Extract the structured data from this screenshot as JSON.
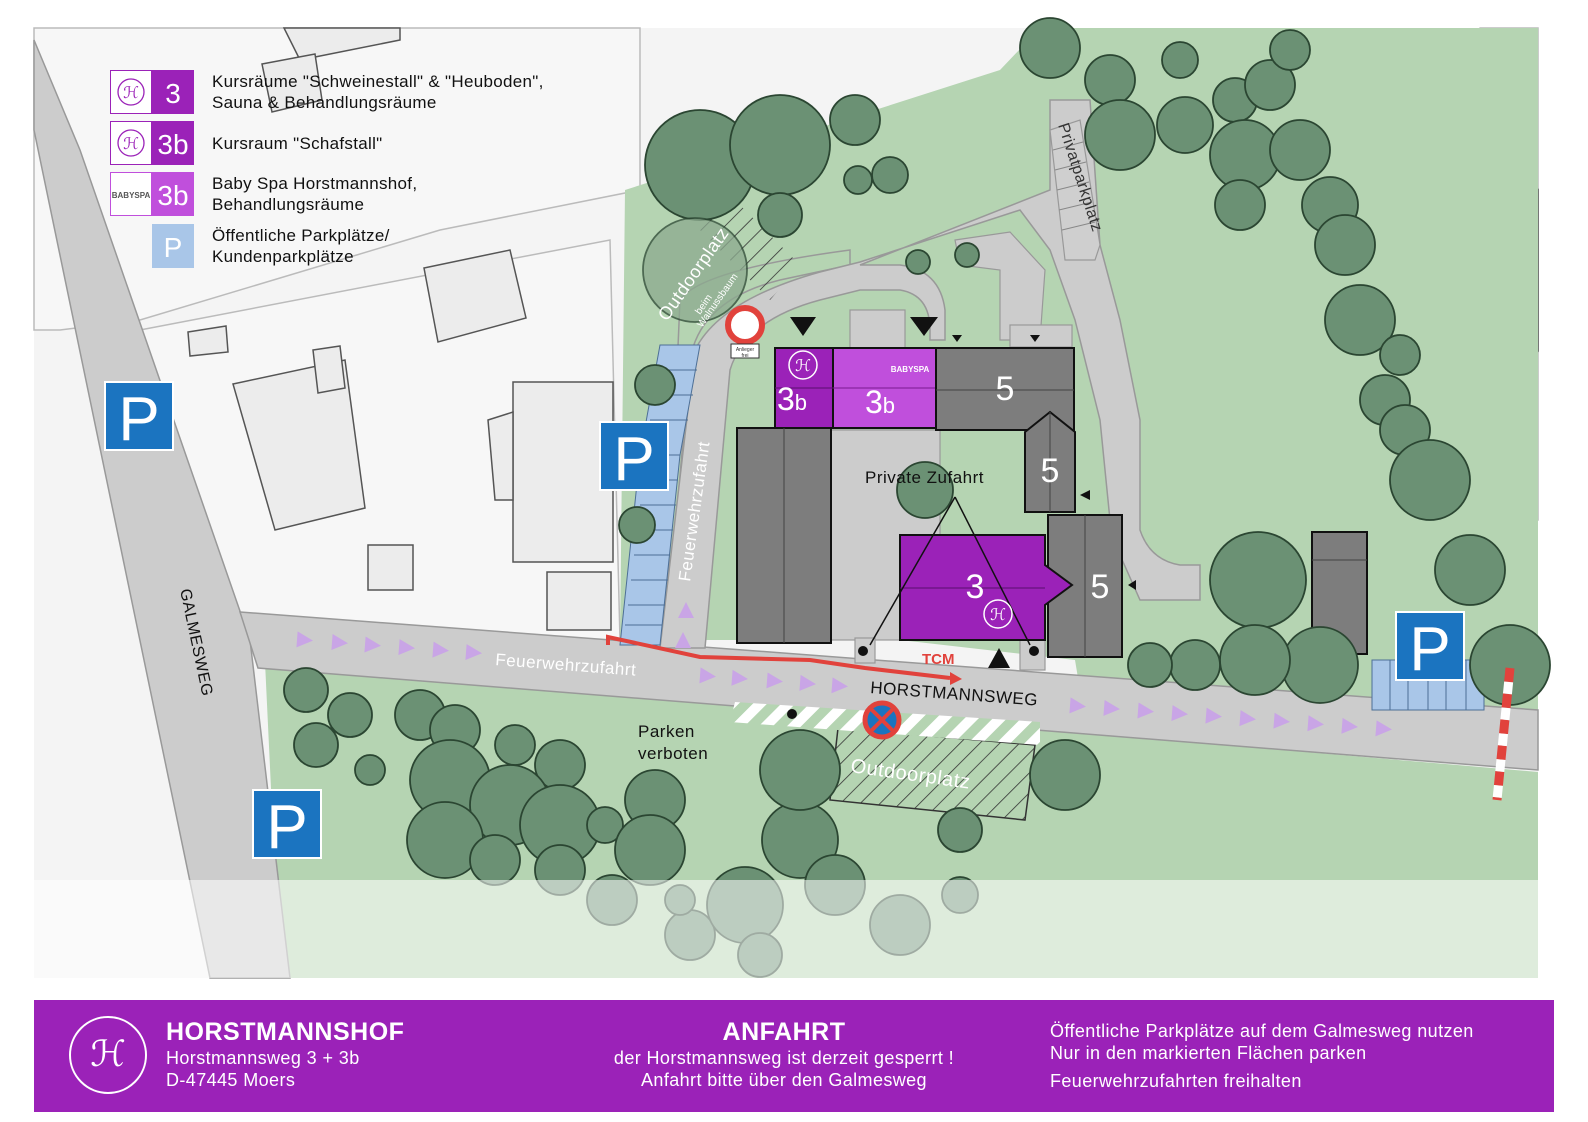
{
  "legend": [
    {
      "icon": "3",
      "text": [
        "Kursräume \"Schweinestall\" & \"Heuboden\",",
        "Sauna & Behandlungsräume"
      ]
    },
    {
      "icon": "3b",
      "text": [
        "Kursraum \"Schafstall\""
      ]
    },
    {
      "icon": "3b",
      "logo": "BABYSPA",
      "text": [
        "Baby Spa Horstmannshof,",
        "Behandlungsräume"
      ]
    },
    {
      "icon": "P",
      "text": [
        "Öffentliche Parkplätze/",
        "Kundenparkplätze"
      ]
    }
  ],
  "map": {
    "street_main": "HORSTMANNSWEG",
    "street_side": "GALMESWEG",
    "fire_lane_road": "Feuerwehrzufahrt",
    "fire_lane_vertical": "Feuerwehrzufahrt",
    "private_parking": "Privatparkplatz",
    "outdoor_top": "Outdoorplatz",
    "outdoor_top_sub1": "beim",
    "outdoor_top_sub2": "Walnussbaum",
    "outdoor_bottom": "Outdoorplatz",
    "private_access": "Private Zufahrt",
    "no_parking_1": "Parken",
    "no_parking_2": "verboten",
    "tcm": "TCM",
    "sign_sub1": "Anlieger",
    "sign_sub2": "frei",
    "parking_symbol": "P",
    "bldg_3b_a_num": "3",
    "bldg_3b_a_suffix": "b",
    "bldg_3b_b_num": "3",
    "bldg_3b_b_suffix": "b",
    "bldg_3": "3",
    "bldg_5a": "5",
    "bldg_5b": "5",
    "bldg_5c": "5",
    "babyspa_logo": "BABYSPA"
  },
  "footer": {
    "brand": "HORSTMANNSHOF",
    "address1": "Horstmannsweg 3 + 3b",
    "address2": "D-47445 Moers",
    "title": "ANFAHRT",
    "line1": "der Horstmannsweg ist derzeit gesperrt !",
    "line2": "Anfahrt bitte über den Galmesweg",
    "note1": "Öffentliche Parkplätze auf dem Galmesweg nutzen",
    "note2": "Nur in den markierten Flächen parken",
    "note3": "Feuerwehrzufahrten freihalten"
  },
  "colors": {
    "purple": "#9b22b8",
    "purple_light": "#c04fdc",
    "grass": "#b5d4b2",
    "tree": "#6b9174",
    "road": "#cccccc",
    "building": "#7d7d7d",
    "parking_blue": "#1b74c0",
    "parking_light": "#a9c6e8",
    "fire_arrow": "#c9a5e6",
    "red": "#e1423c"
  }
}
